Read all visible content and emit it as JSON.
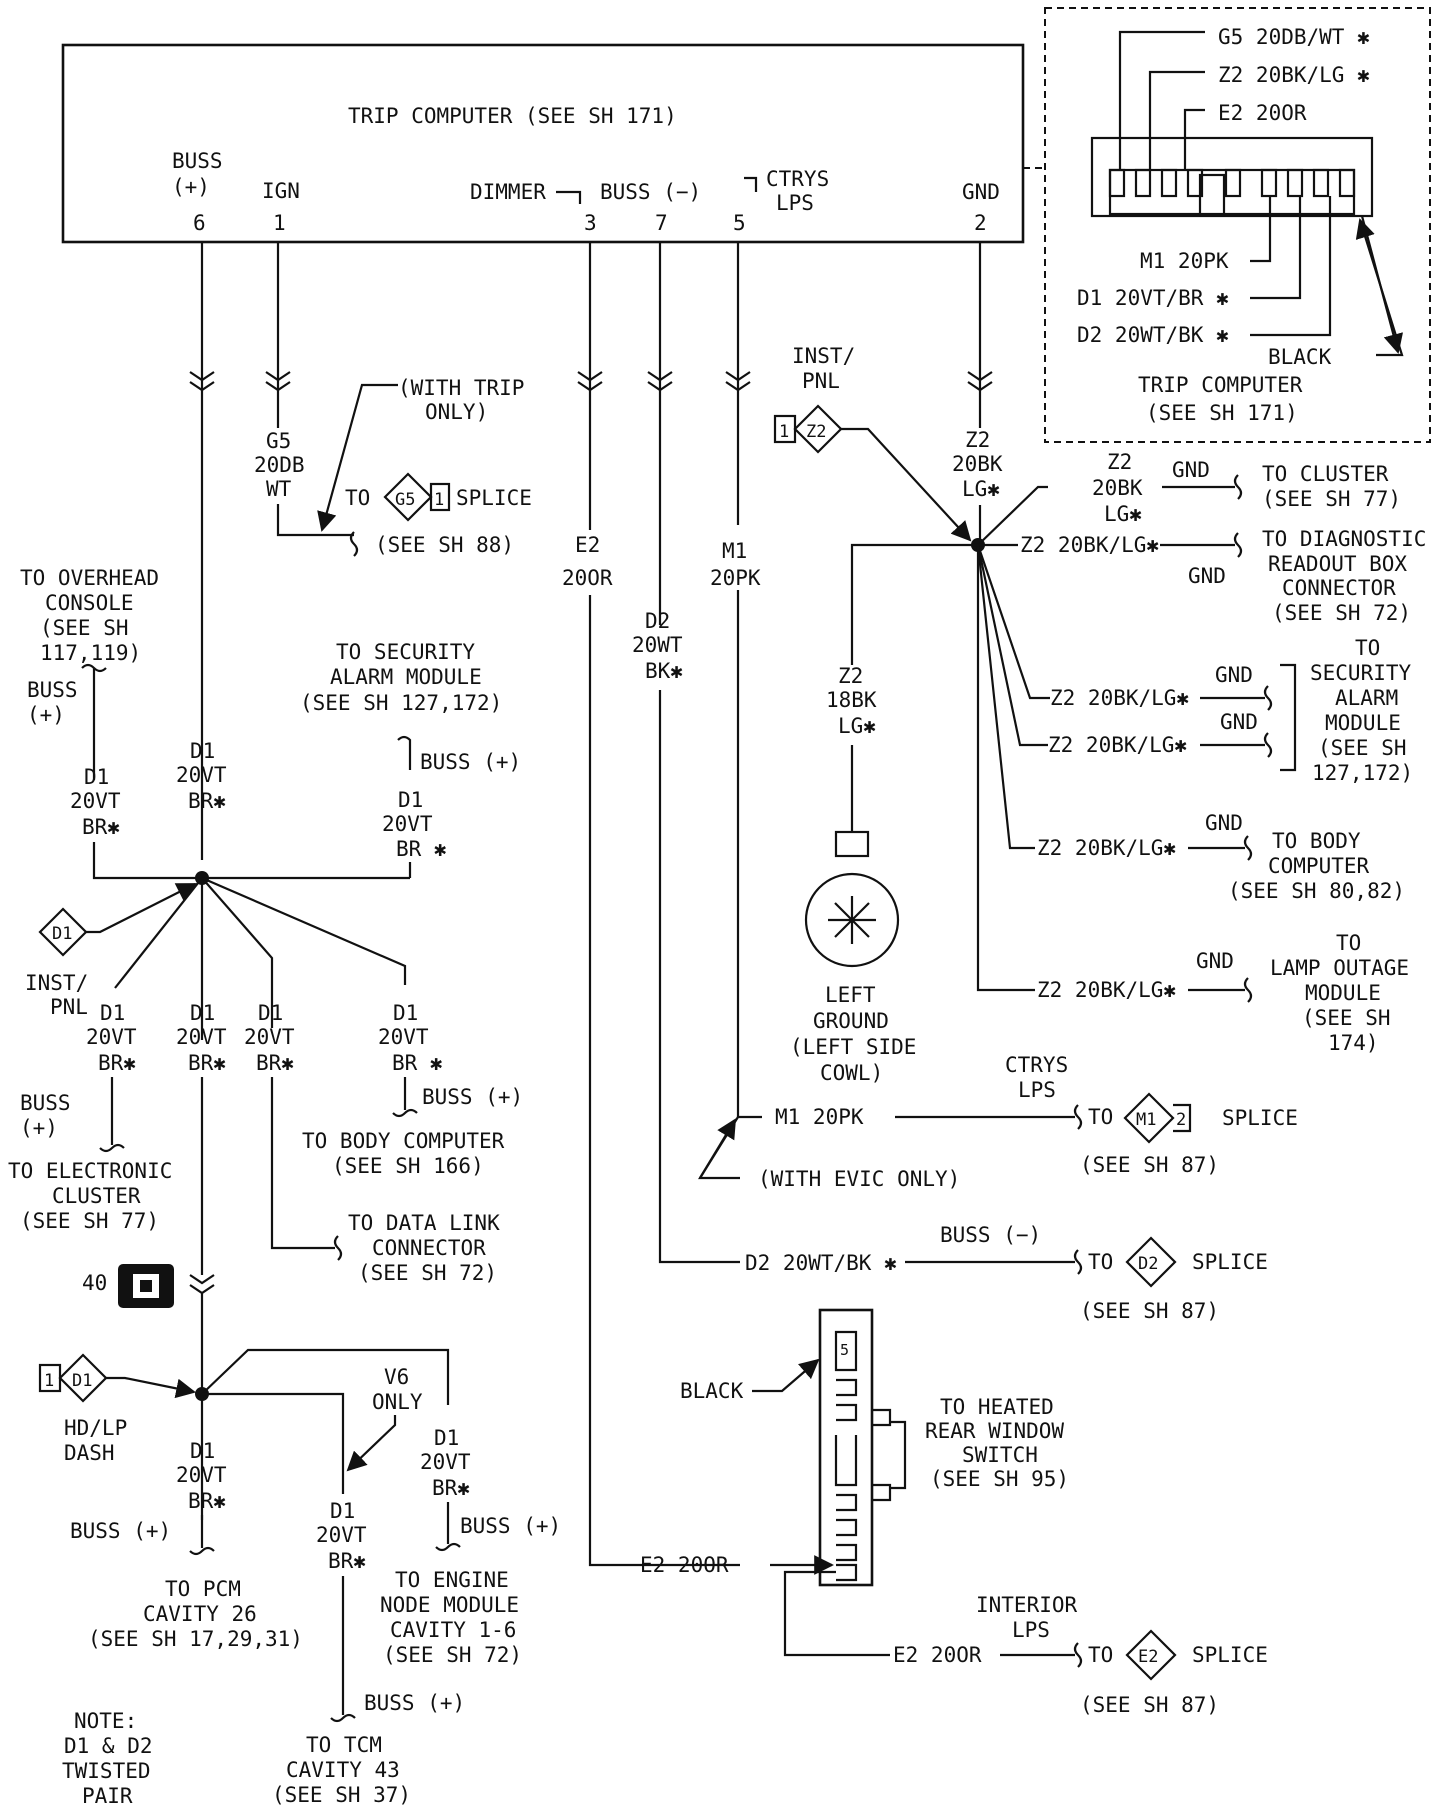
{
  "module": {
    "title": "TRIP COMPUTER (SEE SH 171)",
    "pins": {
      "buss_plus_a": "BUSS",
      "buss_plus_b": "(+)",
      "ign": "IGN",
      "dimmer": "DIMMER",
      "buss_minus": "BUSS (−)",
      "ctrys_a": "CTRYS",
      "ctrys_b": "LPS",
      "gnd": "GND",
      "n6": "6",
      "n1": "1",
      "n3": "3",
      "n7": "7",
      "n5": "5",
      "n2": "2"
    }
  },
  "connector_view": {
    "wire_g5": "G5 20DB/WT ✱",
    "wire_z2": "Z2 20BK/LG ✱",
    "wire_e2": "E2 20OR",
    "wire_m1": "M1 20PK",
    "wire_d1": "D1 20VT/BR ✱",
    "wire_d2": "D2 20WT/BK ✱",
    "color": "BLACK",
    "caption_a": "TRIP COMPUTER",
    "caption_b": "(SEE SH 171)"
  },
  "wires": {
    "g5_a": "G5",
    "g5_b": "20DB",
    "g5_c": "WT",
    "with_trip_a": "(WITH TRIP",
    "with_trip_b": "ONLY)",
    "to": "TO",
    "g5_splice_id": "G5",
    "g5_splice_pin": "1",
    "splice": "SPLICE",
    "see_88": "(SEE SH 88)",
    "e2_a": "E2",
    "e2_b": "20OR",
    "d2_a": "D2",
    "d2_b": "20WT",
    "d2_c": "BK✱",
    "m1_a": "M1",
    "m1_b": "20PK",
    "inst_pnl_a": "INST/",
    "inst_pnl_b": "PNL",
    "z2_conn_pin": "1",
    "z2_conn_id": "Z2",
    "z2_a": "Z2",
    "z2_b": "20BK",
    "z2_c": "LG✱"
  },
  "ground_branches": {
    "b1_a": "Z2",
    "b1_b": "20BK",
    "b1_c": "LG✱",
    "gnd": "GND",
    "cluster_a": "TO CLUSTER",
    "cluster_b": "(SEE SH 77)",
    "z2_full": "Z2 20BK/LG✱",
    "diag_a": "TO DIAGNOSTIC",
    "diag_b": "READOUT BOX",
    "diag_c": "CONNECTOR",
    "diag_d": "(SEE SH 72)",
    "sec_a": "TO",
    "sec_b": "SECURITY",
    "sec_c": "ALARM",
    "sec_d": "MODULE",
    "sec_e": "(SEE SH",
    "sec_f": "127,172)",
    "body_a": "TO BODY",
    "body_b": "COMPUTER",
    "body_c": "(SEE SH 80,82)",
    "lamp_a": "TO",
    "lamp_b": "LAMP OUTAGE",
    "lamp_c": "MODULE",
    "lamp_d": "(SEE SH",
    "lamp_e": "174)",
    "z2_18_a": "Z2",
    "z2_18_b": "18BK",
    "z2_18_c": "LG✱",
    "lg_a": "LEFT",
    "lg_b": "GROUND",
    "lg_c": "(LEFT SIDE",
    "lg_d": "COWL)"
  },
  "d1_network": {
    "overhead_a": "TO OVERHEAD",
    "overhead_b": "CONSOLE",
    "overhead_c": "(SEE SH",
    "overhead_d": "117,119)",
    "buss": "BUSS",
    "plus": "(+)",
    "buss_plus": "BUSS (+)",
    "d1": "D1",
    "d1_20vt": "20VT",
    "d1_br": "BR✱",
    "d1_br_s": "BR ✱",
    "sec_a": "TO SECURITY",
    "sec_b": "ALARM MODULE",
    "sec_c": "(SEE SH 127,172)",
    "d1_conn": "D1",
    "inst_a": "INST/",
    "inst_b": "PNL",
    "elec_a": "TO ELECTRONIC",
    "elec_b": "CLUSTER",
    "elec_c": "(SEE SH 77)",
    "bc_a": "TO BODY COMPUTER",
    "bc_b": "(SEE SH 166)",
    "dl_a": "TO DATA LINK",
    "dl_b": "CONNECTOR",
    "dl_c": "(SEE SH 72)",
    "badge": "40"
  },
  "lower_network": {
    "hd_pin": "1",
    "hd_id": "D1",
    "hd_a": "HD/LP",
    "hd_b": "DASH",
    "v6_a": "V6",
    "v6_b": "ONLY",
    "pcm_a": "TO PCM",
    "pcm_b": "CAVITY 26",
    "pcm_c": "(SEE SH 17,29,31)",
    "eng_a": "TO ENGINE",
    "eng_b": "NODE MODULE",
    "eng_c": "CAVITY 1-6",
    "eng_d": "(SEE SH 72)",
    "tcm_a": "TO TCM",
    "tcm_b": "CAVITY 43",
    "tcm_c": "(SEE SH 37)",
    "note_a": "NOTE:",
    "note_b": "D1 & D2",
    "note_c": "TWISTED",
    "note_d": "PAIR"
  },
  "right_lower": {
    "ctrys_a": "CTRYS",
    "ctrys_b": "LPS",
    "m1": "M1 20PK",
    "to": "TO",
    "m1_id": "M1",
    "m1_pin": "2",
    "splice": "SPLICE",
    "see87": "(SEE SH 87)",
    "evic": "(WITH EVIC ONLY)",
    "d2": "D2 20WT/BK ✱",
    "buss_minus": "BUSS (−)",
    "d2_id": "D2",
    "black": "BLACK",
    "switch_pin": "5",
    "hr_a": "TO HEATED",
    "hr_b": "REAR WINDOW",
    "hr_c": "SWITCH",
    "hr_d": "(SEE SH 95)",
    "e2": "E2 20OR",
    "int_a": "INTERIOR",
    "int_b": "LPS",
    "e2_id": "E2"
  }
}
